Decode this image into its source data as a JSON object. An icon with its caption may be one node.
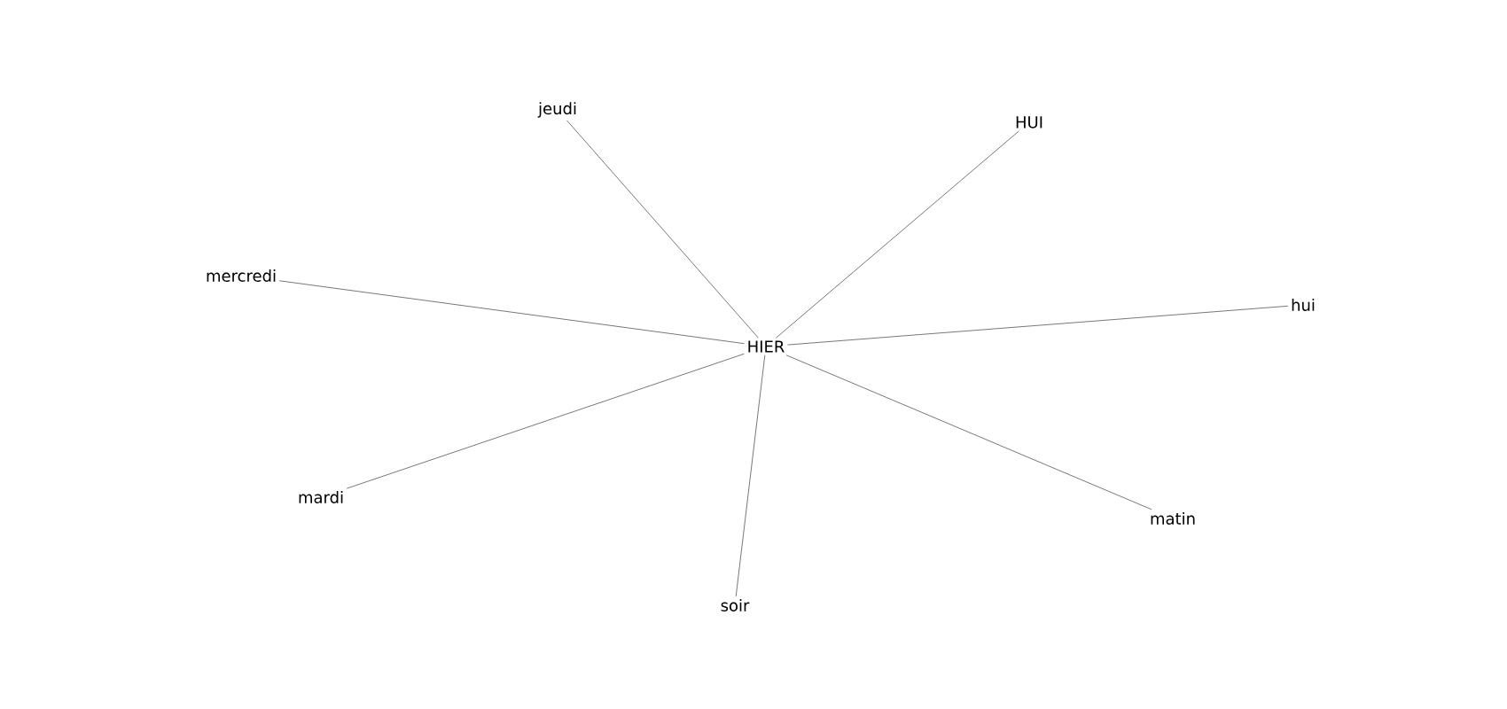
{
  "diagram": {
    "nodes": [
      {
        "text": [
          "jeudi"
        ]
      },
      {
        "text": [
          "HUI"
        ]
      },
      {
        "text": [
          "mercredi"
        ]
      },
      {
        "text": [
          "hui"
        ]
      },
      {
        "text": [
          "HIER"
        ]
      },
      {
        "text": [
          "mardi"
        ]
      },
      {
        "text": [
          "matin"
        ]
      },
      {
        "text": [
          "soir"
        ]
      }
    ],
    "edges": [
      {
        "from": 4,
        "to": 0,
        "arrow": "none"
      },
      {
        "from": 4,
        "to": 1,
        "arrow": "none"
      },
      {
        "from": 4,
        "to": 2,
        "arrow": "none"
      },
      {
        "from": 4,
        "to": 3,
        "arrow": "none"
      },
      {
        "from": 4,
        "to": 5,
        "arrow": "none"
      },
      {
        "from": 4,
        "to": 6,
        "arrow": "none"
      },
      {
        "from": 4,
        "to": 7,
        "arrow": "none"
      }
    ]
  }
}
